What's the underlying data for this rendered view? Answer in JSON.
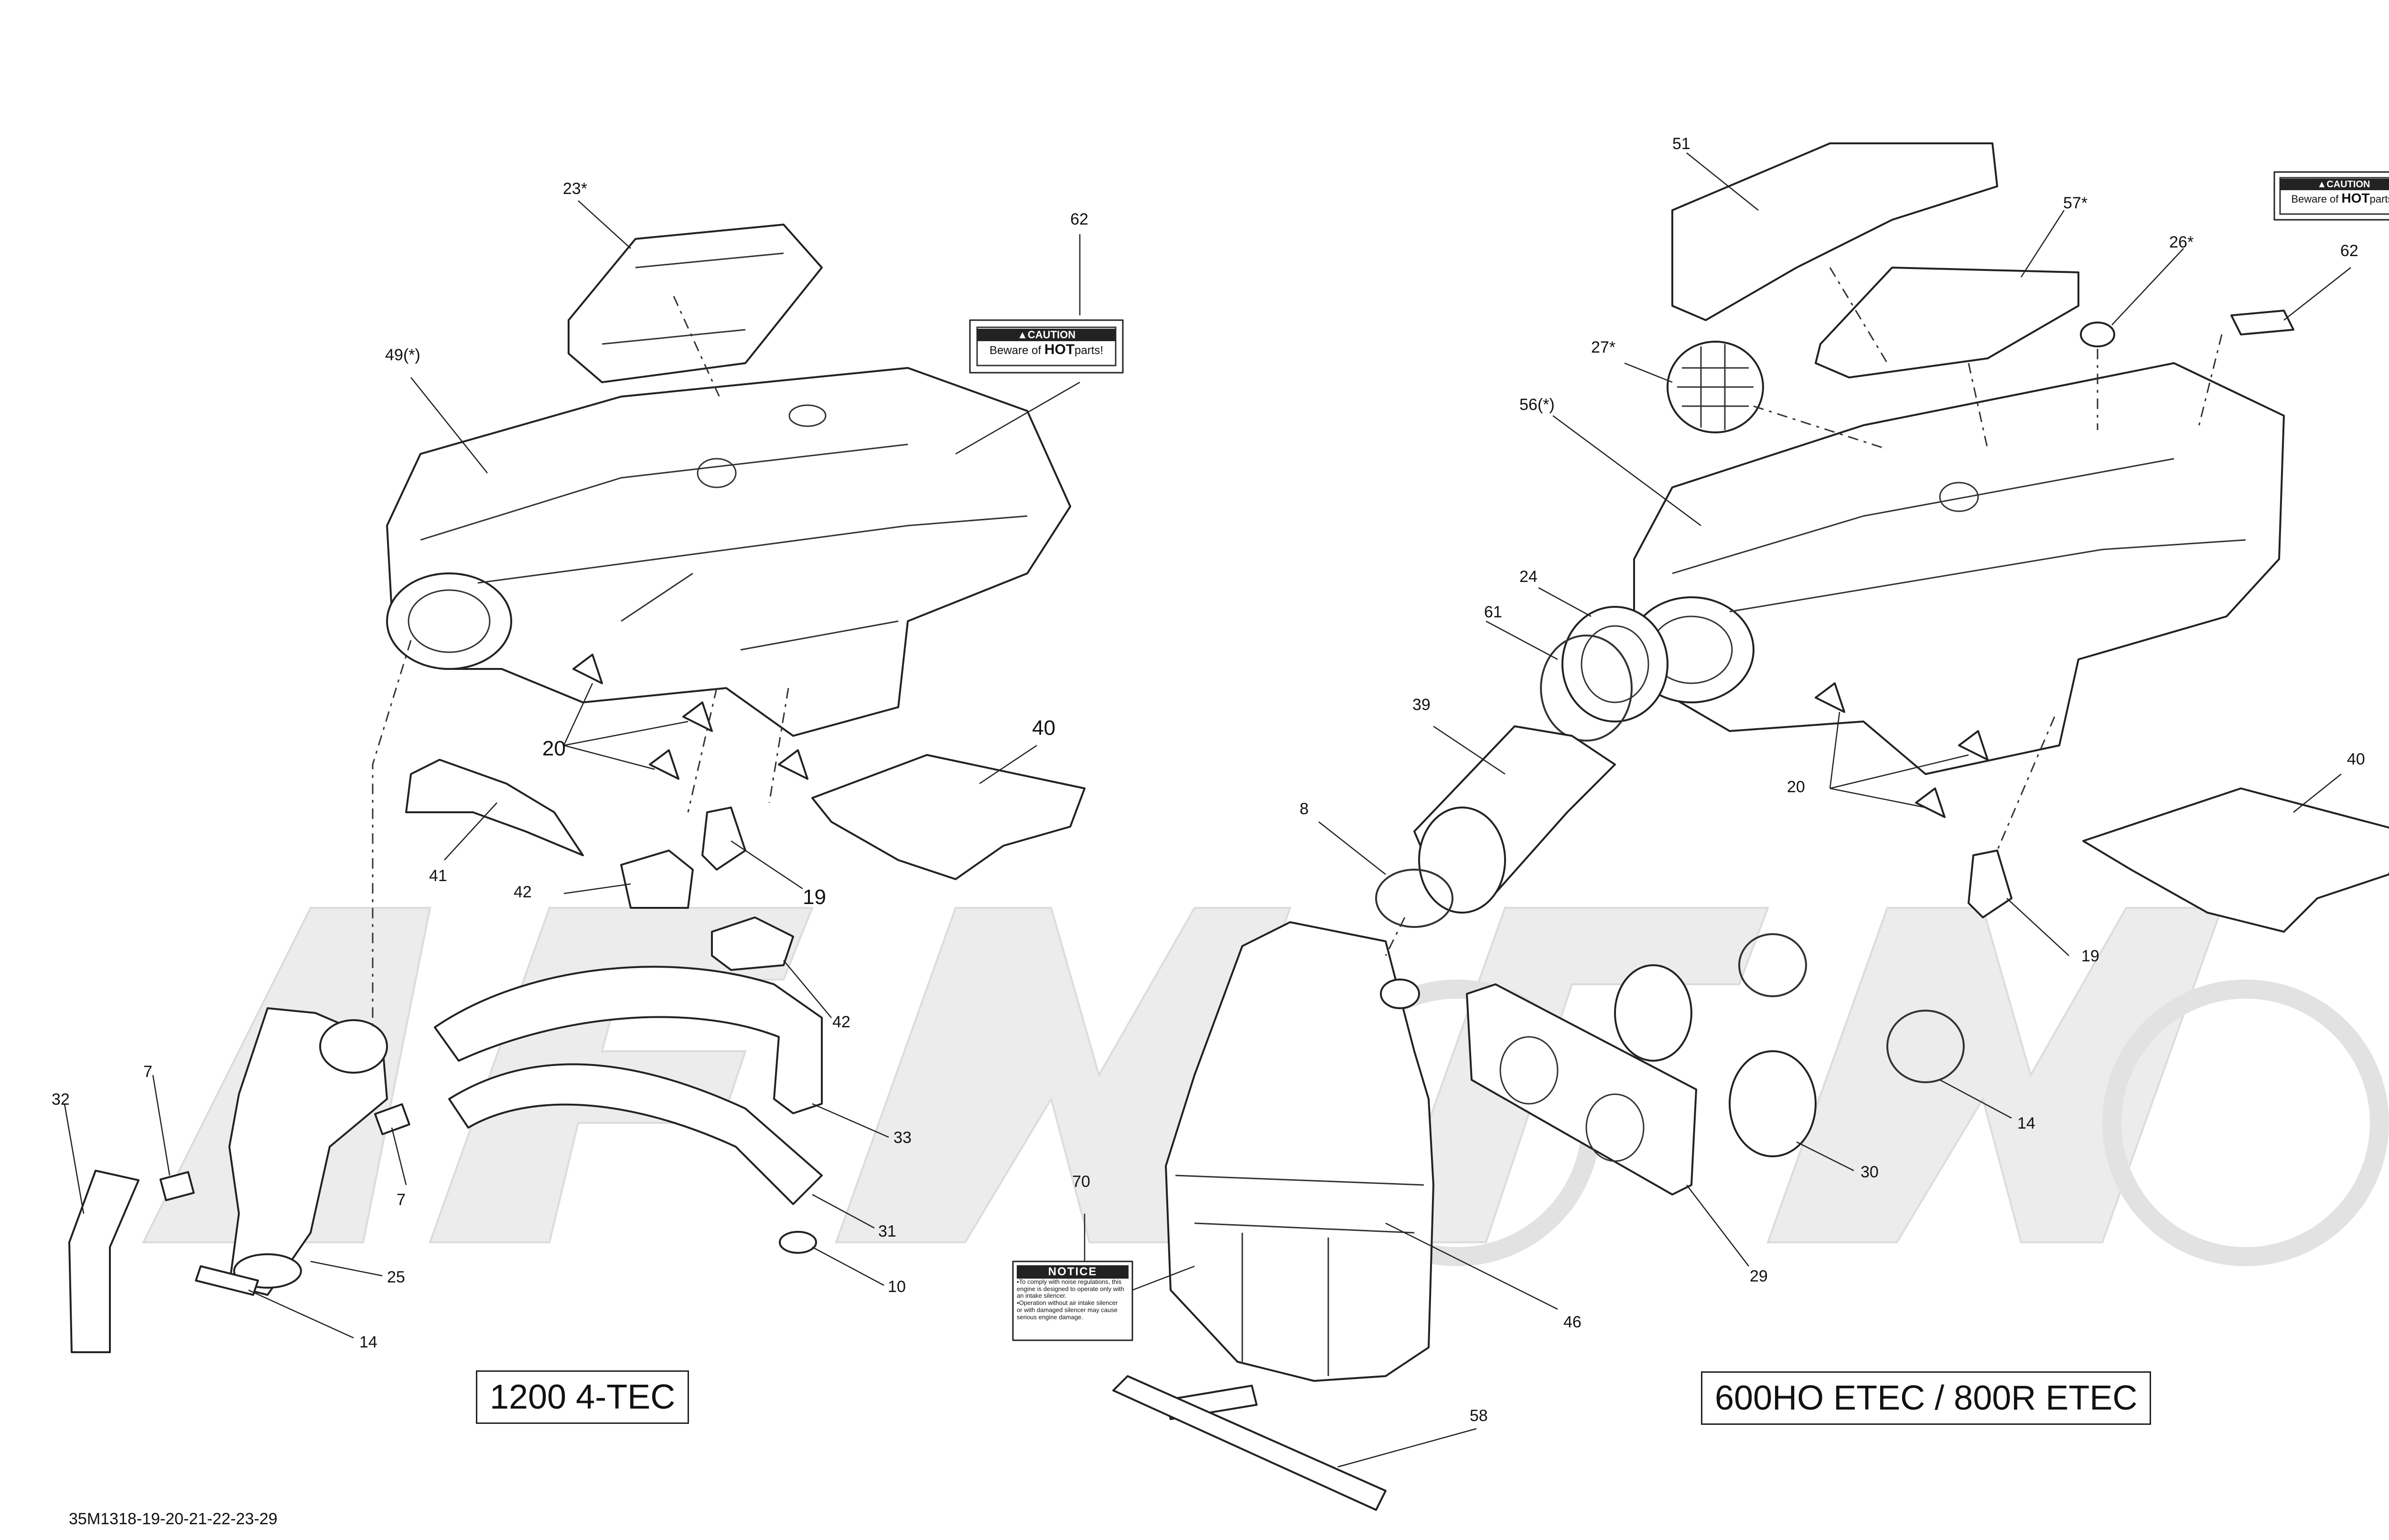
{
  "diagram_code": "35M1318-19-20-21-22-23-29",
  "variants": {
    "left": "1200 4-TEC",
    "right": "600HO ETEC / 800R ETEC"
  },
  "caution_label": {
    "header": "▲CAUTION",
    "text_prefix": "Beware of ",
    "text_bold": "HOT",
    "text_suffix": "parts!"
  },
  "notice_label": {
    "header": "NOTICE",
    "lines": [
      "▪To comply with noise regulations, this",
      "engine is designed to operate only with",
      "an intake silencer.",
      "▪Operation without air intake silencer",
      "or with damaged silencer may cause",
      "serious engine damage."
    ]
  },
  "callouts": {
    "c23": "23*",
    "c62_left": "62",
    "c49": "49(*)",
    "c20_left": "20",
    "c40_left": "40",
    "c41": "41",
    "c42_a": "42",
    "c19_left": "19",
    "c42_b": "42",
    "c32": "32",
    "c7_a": "7",
    "c7_b": "7",
    "c33": "33",
    "c31": "31",
    "c25": "25",
    "c10": "10",
    "c14_left": "14",
    "c51": "51",
    "c57": "57*",
    "c26": "26*",
    "c62_right": "62",
    "c27": "27*",
    "c56": "56(*)",
    "c24": "24",
    "c61": "61",
    "c39": "39",
    "c8": "8",
    "c20_right": "20",
    "c40_right": "40",
    "c19_right": "19",
    "c14_right": "14",
    "c30": "30",
    "c70": "70",
    "c29": "29",
    "c46": "46",
    "c58": "58"
  },
  "colors": {
    "line": "#222222",
    "watermark": "#ececec",
    "background": "#ffffff"
  }
}
